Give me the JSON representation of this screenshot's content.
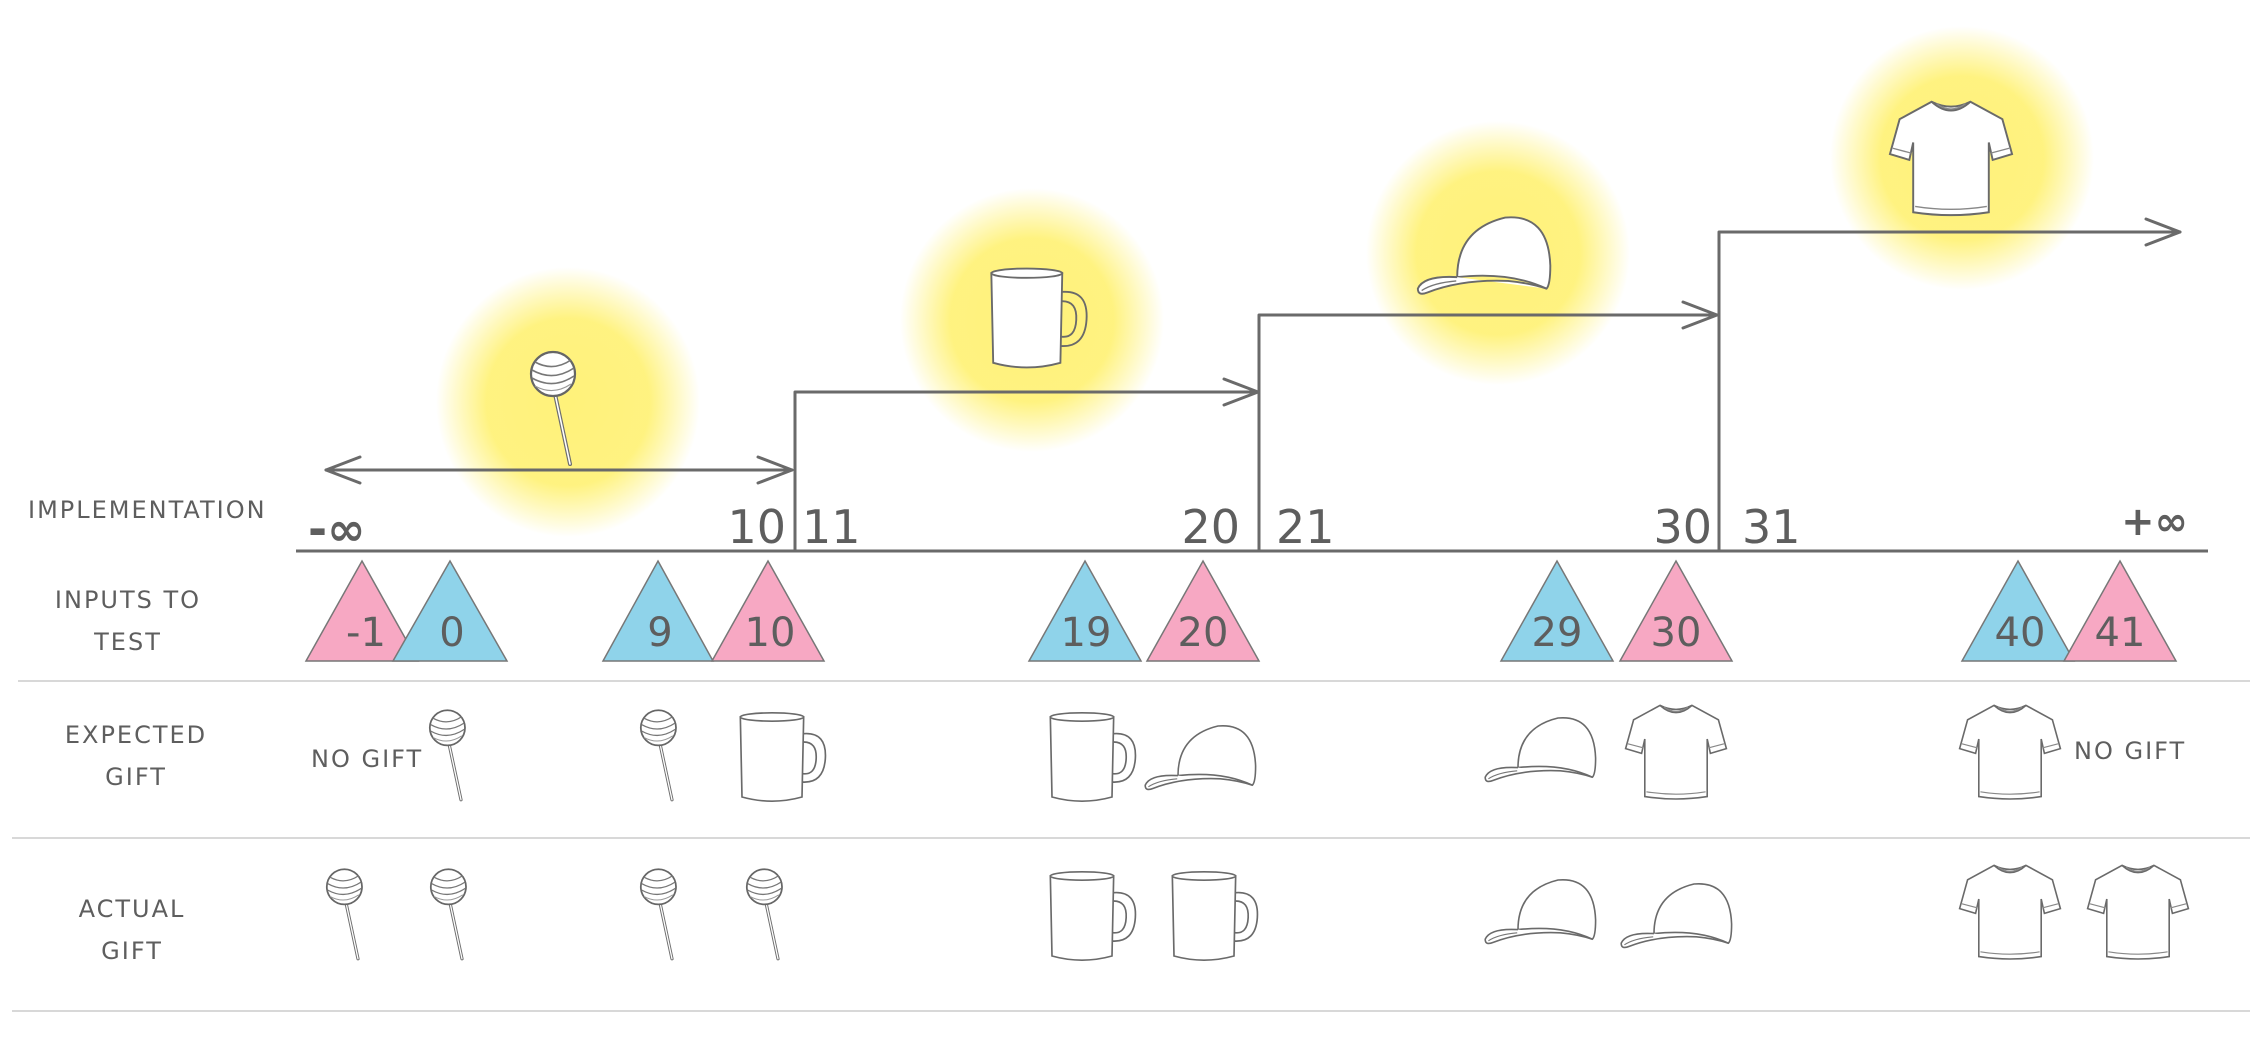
{
  "row_labels": {
    "implementation": "IMPLEMENTATION",
    "inputs_line1": "INPUTS TO",
    "inputs_line2": "TEST",
    "expected_line1": "EXPECTED",
    "expected_line2": "GIFT",
    "actual_line1": "ACTUAL",
    "actual_line2": "GIFT"
  },
  "boundaries": {
    "neg_inf": "-∞",
    "b10": "10",
    "b11": "11",
    "b20": "20",
    "b21": "21",
    "b30": "30",
    "b31": "31",
    "pos_inf": "+∞"
  },
  "ranges": [
    {
      "from": "-∞",
      "to": "10",
      "gift": "lollipop-icon"
    },
    {
      "from": "11",
      "to": "20",
      "gift": "mug-icon"
    },
    {
      "from": "21",
      "to": "30",
      "gift": "cap-icon"
    },
    {
      "from": "31",
      "to": "+∞",
      "gift": "tshirt-icon"
    }
  ],
  "inputs": [
    {
      "value": "-1",
      "color": "pink"
    },
    {
      "value": "0",
      "color": "blue"
    },
    {
      "value": "9",
      "color": "blue"
    },
    {
      "value": "10",
      "color": "pink"
    },
    {
      "value": "19",
      "color": "blue"
    },
    {
      "value": "20",
      "color": "pink"
    },
    {
      "value": "29",
      "color": "blue"
    },
    {
      "value": "30",
      "color": "pink"
    },
    {
      "value": "40",
      "color": "blue"
    },
    {
      "value": "41",
      "color": "pink"
    }
  ],
  "expected": [
    "NO GIFT",
    "lollipop-icon",
    "lollipop-icon",
    "mug-icon",
    "mug-icon",
    "cap-icon",
    "cap-icon",
    "tshirt-icon",
    "tshirt-icon",
    "NO GIFT"
  ],
  "actual": [
    "lollipop-icon",
    "lollipop-icon",
    "lollipop-icon",
    "lollipop-icon",
    "mug-icon",
    "mug-icon",
    "cap-icon",
    "cap-icon",
    "tshirt-icon",
    "tshirt-icon"
  ],
  "expected_no_gift_left": "NO GIFT",
  "expected_no_gift_right": "NO GIFT",
  "colors": {
    "pink": "#f7a8c3",
    "blue": "#8fd3ea",
    "glow": "#fff27a",
    "ink": "#6a6a6a"
  }
}
